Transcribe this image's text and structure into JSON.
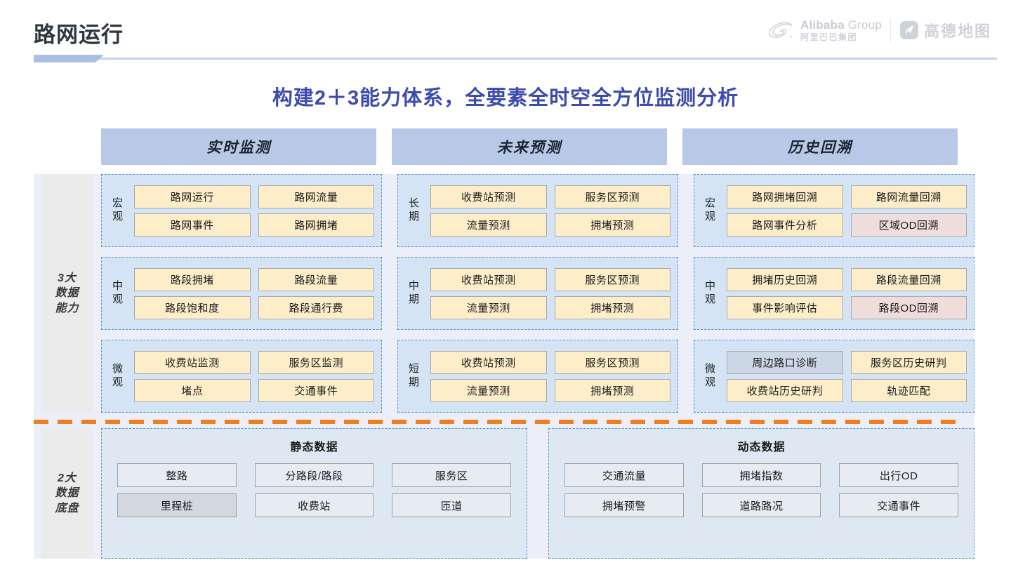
{
  "header": {
    "title": "路网运行",
    "brand": {
      "alibaba_en": "Alibaba",
      "alibaba_en_suffix": "Group",
      "alibaba_cn": "阿里巴巴集团",
      "amap_cn": "高德地图"
    }
  },
  "main_title": "构建2＋3能力体系，全要素全时空全方位监测分析",
  "columns": [
    {
      "header": "实时监测"
    },
    {
      "header": "未来预测"
    },
    {
      "header": "历史回溯"
    }
  ],
  "sidebar": {
    "capability": "3大\n数据\n能力",
    "capability_lines": [
      "3大",
      "数据",
      "能力"
    ],
    "foundation_lines": [
      "2大",
      "数据",
      "底盘"
    ]
  },
  "capability_grid": {
    "realtime": [
      {
        "scale": "宏观",
        "cells": [
          {
            "label": "路网运行",
            "style": "yellow"
          },
          {
            "label": "路网流量",
            "style": "yellow"
          },
          {
            "label": "路网事件",
            "style": "yellow"
          },
          {
            "label": "路网拥堵",
            "style": "yellow"
          }
        ]
      },
      {
        "scale": "中观",
        "cells": [
          {
            "label": "路段拥堵",
            "style": "yellow"
          },
          {
            "label": "路段流量",
            "style": "yellow"
          },
          {
            "label": "路段饱和度",
            "style": "yellow"
          },
          {
            "label": "路段通行费",
            "style": "yellow"
          }
        ]
      },
      {
        "scale": "微观",
        "cells": [
          {
            "label": "收费站监测",
            "style": "yellow"
          },
          {
            "label": "服务区监测",
            "style": "yellow"
          },
          {
            "label": "堵点",
            "style": "yellow"
          },
          {
            "label": "交通事件",
            "style": "yellow"
          }
        ]
      }
    ],
    "forecast": [
      {
        "scale": "长期",
        "cells": [
          {
            "label": "收费站预测",
            "style": "yellow"
          },
          {
            "label": "服务区预测",
            "style": "yellow"
          },
          {
            "label": "流量预测",
            "style": "yellow"
          },
          {
            "label": "拥堵预测",
            "style": "yellow"
          }
        ]
      },
      {
        "scale": "中期",
        "cells": [
          {
            "label": "收费站预测",
            "style": "yellow"
          },
          {
            "label": "服务区预测",
            "style": "yellow"
          },
          {
            "label": "流量预测",
            "style": "yellow"
          },
          {
            "label": "拥堵预测",
            "style": "yellow"
          }
        ]
      },
      {
        "scale": "短期",
        "cells": [
          {
            "label": "收费站预测",
            "style": "yellow"
          },
          {
            "label": "服务区预测",
            "style": "yellow"
          },
          {
            "label": "流量预测",
            "style": "yellow"
          },
          {
            "label": "拥堵预测",
            "style": "yellow"
          }
        ]
      }
    ],
    "history": [
      {
        "scale": "宏观",
        "cells": [
          {
            "label": "路网拥堵回溯",
            "style": "yellow"
          },
          {
            "label": "路网流量回溯",
            "style": "yellow"
          },
          {
            "label": "路网事件分析",
            "style": "yellow"
          },
          {
            "label": "区域OD回溯",
            "style": "pink"
          }
        ]
      },
      {
        "scale": "中观",
        "cells": [
          {
            "label": "拥堵历史回溯",
            "style": "yellow"
          },
          {
            "label": "路段流量回溯",
            "style": "yellow"
          },
          {
            "label": "事件影响评估",
            "style": "yellow"
          },
          {
            "label": "路段OD回溯",
            "style": "pink"
          }
        ]
      },
      {
        "scale": "微观",
        "cells": [
          {
            "label": "周边路口诊断",
            "style": "steel"
          },
          {
            "label": "服务区历史研判",
            "style": "yellow"
          },
          {
            "label": "收费站历史研判",
            "style": "yellow"
          },
          {
            "label": "轨迹匹配",
            "style": "yellow"
          }
        ]
      }
    ]
  },
  "base_data": [
    {
      "title": "静态数据",
      "cells": [
        {
          "label": "整路",
          "style": "light"
        },
        {
          "label": "分路段/路段",
          "style": "light"
        },
        {
          "label": "服务区",
          "style": "light"
        },
        {
          "label": "里程桩",
          "style": "dim"
        },
        {
          "label": "收费站",
          "style": "light"
        },
        {
          "label": "匝道",
          "style": "light"
        }
      ]
    },
    {
      "title": "动态数据",
      "cells": [
        {
          "label": "交通流量",
          "style": "light"
        },
        {
          "label": "拥堵指数",
          "style": "light"
        },
        {
          "label": "出行OD",
          "style": "light"
        },
        {
          "label": "拥堵预警",
          "style": "light"
        },
        {
          "label": "道路路况",
          "style": "light"
        },
        {
          "label": "交通事件",
          "style": "light"
        }
      ]
    }
  ],
  "colors": {
    "title_blue": "#3c4bad",
    "header_bar": "#b8c9e8",
    "group_blue": "#d4e4f4",
    "cell_yellow": "#fdeec9",
    "cell_pink": "#eedddb",
    "cell_steel": "#ccd7e6",
    "separator_orange": "#ef7d22",
    "board_bg": "#eceff8"
  }
}
